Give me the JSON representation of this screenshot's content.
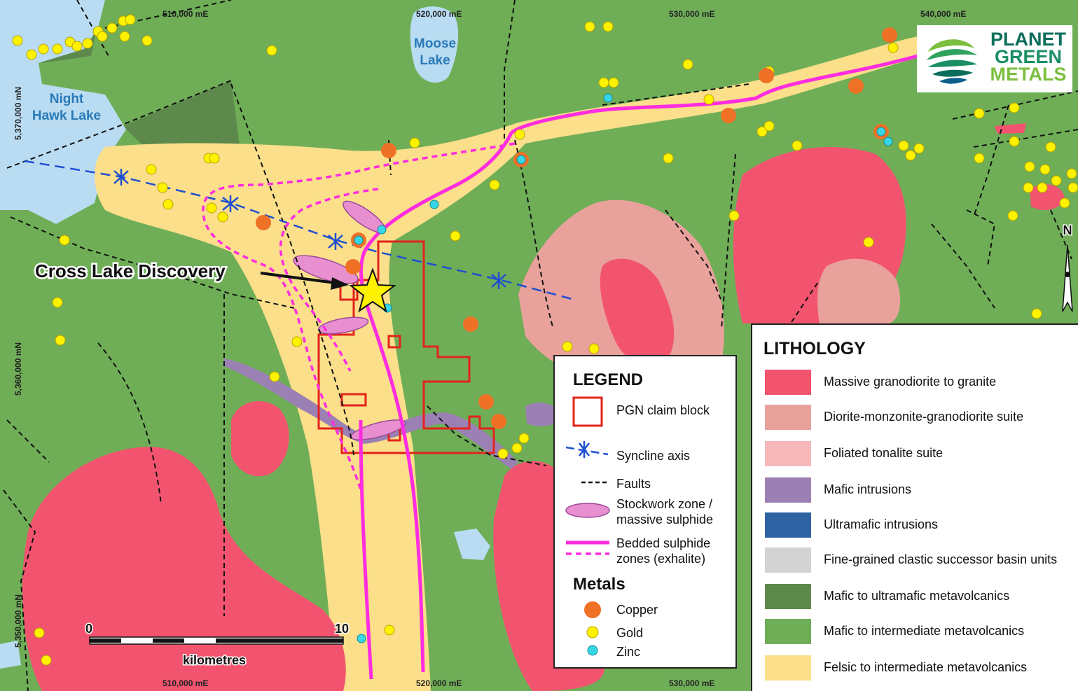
{
  "coordinates": {
    "top": [
      "510,000 mE",
      "520,000 mE",
      "530,000 mE",
      "540,000 mE"
    ],
    "bottom": [
      "510,000 mE",
      "520,000 mE",
      "530,000 mE"
    ],
    "left": [
      "5,370,000 mN",
      "5,360,000 mN",
      "5,350,000 mN"
    ]
  },
  "lakes": {
    "moose": [
      "Moose",
      "Lake"
    ],
    "night_hawk": [
      "Night",
      "Hawk Lake"
    ]
  },
  "discovery_label": "Cross Lake Discovery",
  "north_label": "N",
  "scale": {
    "start": "0",
    "end": "10",
    "unit": "kilometres"
  },
  "logo": {
    "line1": "PLANET",
    "line2": "GREEN",
    "line3": "METALS"
  },
  "legend": {
    "title": "LEGEND",
    "items": {
      "claim": "PGN claim block",
      "syncline": "Syncline axis",
      "faults": "Faults",
      "stockwork_1": "Stockwork zone /",
      "stockwork_2": "massive sulphide",
      "bedded_1": "Bedded sulphide",
      "bedded_2": "zones (exhalite)"
    },
    "metals_title": "Metals",
    "metals": {
      "copper": "Copper",
      "gold": "Gold",
      "zinc": "Zinc"
    }
  },
  "lithology": {
    "title": "LITHOLOGY",
    "units": [
      {
        "label": "Massive granodiorite to granite",
        "color": "#f2546f"
      },
      {
        "label": "Diorite-monzonite-granodiorite suite",
        "color": "#e9a19c"
      },
      {
        "label": "Foliated tonalite suite",
        "color": "#f7b8bc"
      },
      {
        "label": "Mafic intrusions",
        "color": "#9b80b4"
      },
      {
        "label": "Ultramafic intrusions",
        "color": "#2d63a3"
      },
      {
        "label": "Fine-grained clastic successor basin units",
        "color": "#d3d3d3"
      },
      {
        "label": "Mafic to ultramafic metavolcanics",
        "color": "#5d8a4c"
      },
      {
        "label": "Mafic to intermediate metavolcanics",
        "color": "#6fae57"
      },
      {
        "label": "Felsic to intermediate metavolcanics",
        "color": "#fbdf8a"
      }
    ]
  },
  "colors": {
    "copper": "#ef7126",
    "gold": "#fff200",
    "zinc": "#37d6e6",
    "claim": "#e3231c",
    "syncline": "#1f4fd1",
    "sulphide": "#ff2ce0",
    "lake": "#b9dcf2"
  }
}
